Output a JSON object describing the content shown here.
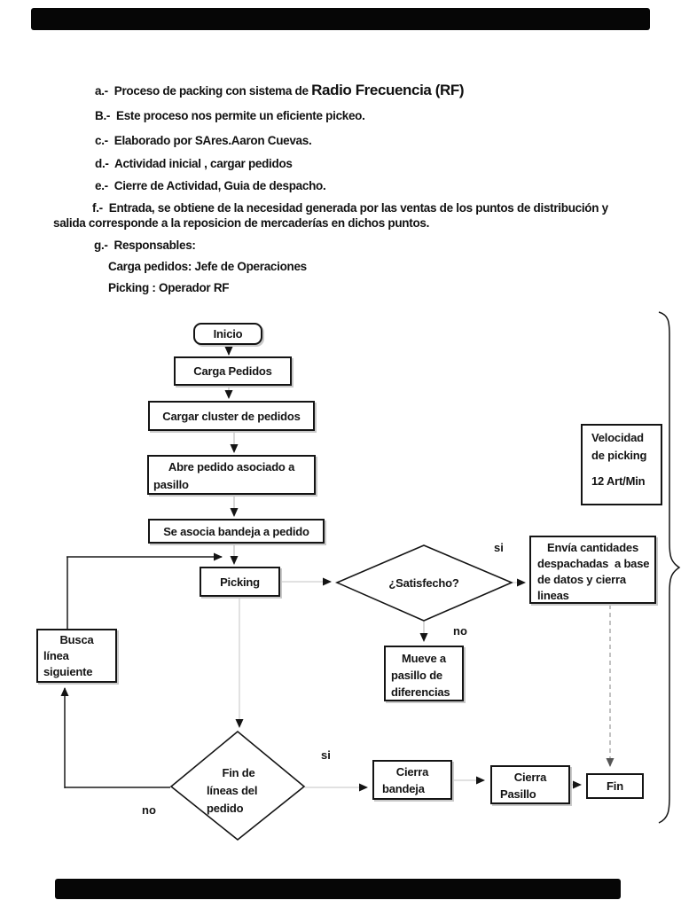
{
  "document": {
    "notes": {
      "a_prefix": "a.-  Proceso de packing con sistema de ",
      "a_emphasis": "Radio Frecuencia (RF)",
      "b": "B.-  Este proceso nos permite un eficiente pickeo.",
      "c": "c.-  Elaborado por SAres.Aaron Cuevas.",
      "d": "d.-  Actividad inicial , cargar pedidos",
      "e": "e.-  Cierre de Actividad, Guia de despacho.",
      "f_line1": "f.-  Entrada, se obtiene de la necesidad generada por las ventas de los puntos de distribución y",
      "f_line2": "salida corresponde a la reposicion de mercaderías en dichos puntos.",
      "g": "g.-  Responsables:",
      "g_item1": "Carga pedidos: Jefe de Operaciones",
      "g_item2": "Picking : Operador RF"
    }
  },
  "flowchart": {
    "nodes": {
      "inicio": "Inicio",
      "carga_pedidos": "Carga Pedidos",
      "cargar_cluster": "Cargar cluster de pedidos",
      "abre_pedido_l1": "Abre pedido asociado a",
      "abre_pedido_l2": "pasillo",
      "se_asocia": "Se asocia bandeja a pedido",
      "picking": "Picking",
      "satisfecho": "¿Satisfecho?",
      "velocidad_l1": "Velocidad",
      "velocidad_l2": "de picking",
      "velocidad_l3": "12 Art/Min",
      "envia_l1": "Envía cantidades",
      "envia_l2": "despachadas  a base",
      "envia_l3": "de datos y cierra",
      "envia_l4": "lineas",
      "mueve_l1": "Mueve a",
      "mueve_l2": "pasillo de",
      "mueve_l3": "diferencias",
      "busca_l1": "Busca",
      "busca_l2": "línea",
      "busca_l3": "siguiente",
      "fin_lineas_l1": "Fin de",
      "fin_lineas_l2": "líneas del",
      "fin_lineas_l3": "pedido",
      "cierra_bandeja_l1": "Cierra",
      "cierra_bandeja_l2": "bandeja",
      "cierra_pasillo_l1": "Cierra",
      "cierra_pasillo_l2": "Pasillo",
      "fin": "Fin"
    },
    "edge_labels": {
      "satisfecho_si": "si",
      "satisfecho_no": "no",
      "fin_lineas_si": "si",
      "fin_lineas_no": "no"
    },
    "colors": {
      "ink": "#141414",
      "connector_gray": "#c4c4c4",
      "scan_bar": "#060606"
    }
  }
}
